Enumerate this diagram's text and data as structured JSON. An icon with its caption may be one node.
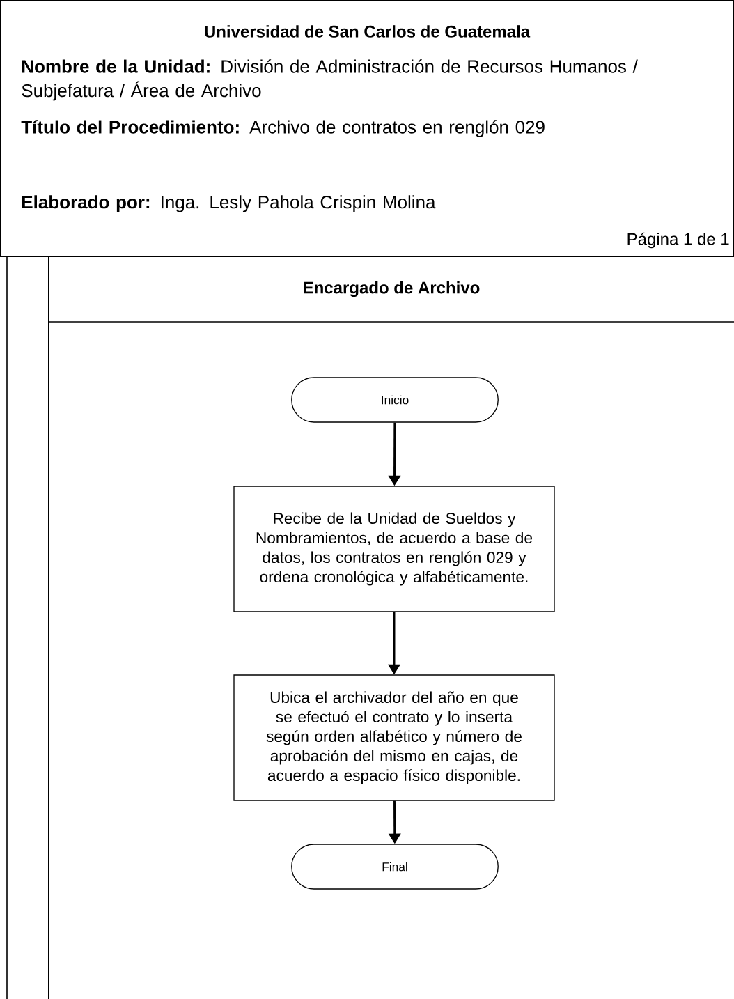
{
  "diagram": {
    "title": "Universidad de San Carlos de Guatemala",
    "labels": [
      "**Nombre de la Unidad:** División de Administración de Recursos Humanos / Subjefatura / Área de Archivo",
      "**Título del Procedimiento:** Archivo de contratos en renglón 029",
      "**Elaborado por:** Inga. Lesly Pahola Crispin Molina",
      "Página 1 de 1"
    ],
    "nodes": [
      {
        "text": [
          "Encargado de Archivo"
        ]
      },
      {
        "text": [
          "Inicio"
        ],
        "in": 0
      },
      {
        "text": [
          "Recibe de la Unidad de Sueldos y Nombramientos, de acuerdo a base de datos, los contratos en renglón 029 y ordena cronológica y alfabéticamente."
        ],
        "in": 0
      },
      {
        "text": [
          "Ubica el archivador del año en que se efectuó el contrato y lo inserta según orden alfabético y número de aprobación del mismo en cajas, de acuerdo a espacio físico disponible."
        ],
        "in": 0
      },
      {
        "text": [
          "Final"
        ],
        "in": 0
      }
    ],
    "edges": [
      {
        "from": 1,
        "to": 2,
        "arrow": "to"
      },
      {
        "from": 2,
        "to": 3,
        "arrow": "to"
      },
      {
        "from": 3,
        "to": 4,
        "arrow": "to"
      }
    ]
  }
}
